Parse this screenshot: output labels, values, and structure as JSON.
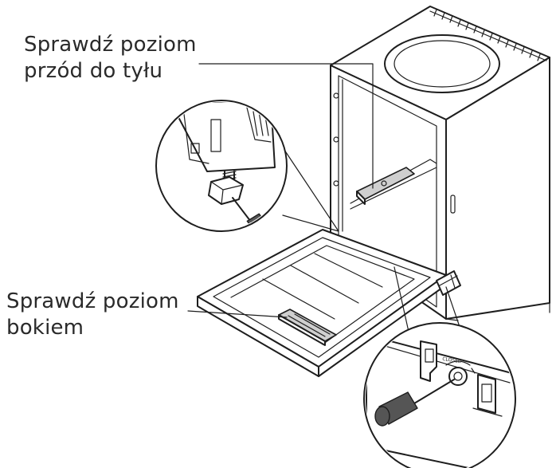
{
  "labels": {
    "front_to_back": [
      "Sprawdź poziom",
      "przód do tyłu"
    ],
    "side": [
      "Sprawdź poziom",
      "bokiem"
    ]
  },
  "badges": {
    "adjuster_mark": "CLOSED"
  },
  "colors": {
    "line": "#1e1e1e",
    "level_fill": "#cfcfcf",
    "handle_fill": "#555555",
    "background": "#ffffff",
    "text": "#2a2a2a"
  }
}
